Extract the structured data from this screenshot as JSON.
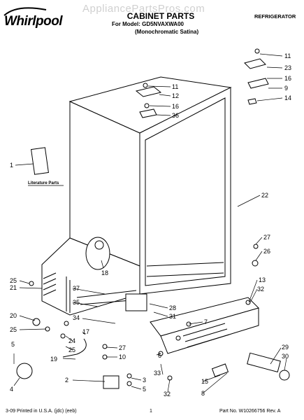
{
  "header": {
    "brand": "Whirlpool",
    "watermark": "AppliancePartsPros.com",
    "title": "CABINET PARTS",
    "model_line": "For Model: GD5NVAXWA00",
    "finish_line": "(Monochromatic Satina)",
    "category": "REFRIGERATOR"
  },
  "diagram": {
    "literature_label": "Literature Parts",
    "callouts": [
      "11",
      "23",
      "16",
      "9",
      "14",
      "11",
      "12",
      "16",
      "36",
      "1",
      "22",
      "27",
      "26",
      "18",
      "25",
      "21",
      "37",
      "13",
      "32",
      "35",
      "28",
      "31",
      "20",
      "34",
      "7",
      "25",
      "17",
      "24",
      "27",
      "25",
      "10",
      "6",
      "29",
      "30",
      "5",
      "19",
      "33",
      "2",
      "3",
      "15",
      "5",
      "32",
      "4",
      "8"
    ]
  },
  "footer": {
    "left": "3-09 Printed in U.S.A. (jdc) (eeb)",
    "page": "1",
    "part_no": "Part No. W10266756 Rev. A"
  }
}
